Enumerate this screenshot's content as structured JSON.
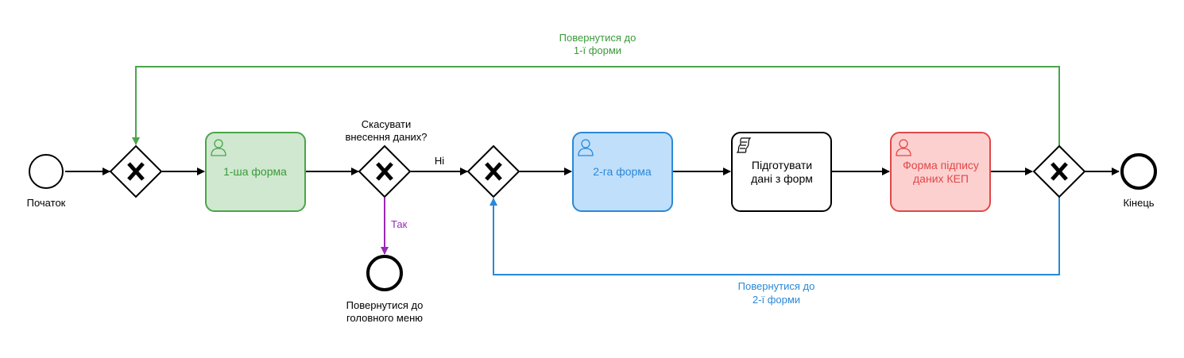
{
  "colors": {
    "black": "#000000",
    "green_stroke": "#4aa54a",
    "green_fill": "#cfe8cf",
    "green_text": "#3a9a3a",
    "blue_stroke": "#2a88d8",
    "blue_fill": "#bfdffb",
    "blue_text": "#2a88d8",
    "red_stroke": "#e04848",
    "red_fill": "#fdd0d0",
    "red_text": "#e04848",
    "purple": "#9a2ab8"
  },
  "events": {
    "start_label": "Початок",
    "end_label": "Кінець",
    "cancel_end_label_line1": "Повернутися до",
    "cancel_end_label_line2": "головного меню"
  },
  "tasks": {
    "form1": "1-ша форма",
    "form2": "2-га форма",
    "prepare_line1": "Підготувати",
    "prepare_line2": "дані з форм",
    "sign_line1": "Форма підпису",
    "sign_line2": "даних КЕП"
  },
  "gateways": {
    "cancel_question_line1": "Скасувати",
    "cancel_question_line2": "внесення даних?",
    "branch_no": "Ні",
    "branch_yes": "Так"
  },
  "loops": {
    "back_to_form1_line1": "Повернутися до",
    "back_to_form1_line2": "1-ї форми",
    "back_to_form2_line1": "Повернутися до",
    "back_to_form2_line2": "2-ї форми"
  },
  "icons": {
    "user_task": "user-icon",
    "script_task": "script-icon",
    "gateway_marker": "x-marker"
  }
}
